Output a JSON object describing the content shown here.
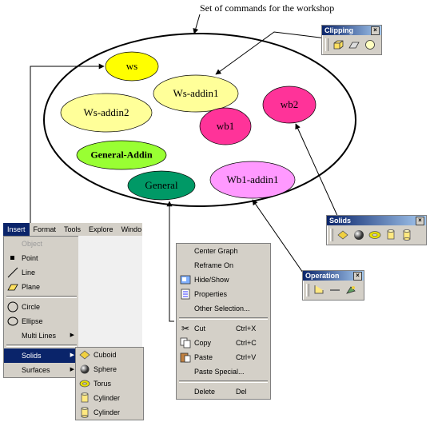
{
  "title": "Set of commands for the workshop",
  "bubbles": [
    {
      "id": "ws",
      "label": "ws",
      "color": "#ffff00",
      "bold": false
    },
    {
      "id": "ws-addin1",
      "label": "Ws-addin1",
      "color": "#ffff99",
      "bold": false
    },
    {
      "id": "ws-addin2",
      "label": "Ws-addin2",
      "color": "#ffff99",
      "bold": false
    },
    {
      "id": "wb1",
      "label": "wb1",
      "color": "#ff3399",
      "bold": false
    },
    {
      "id": "wb2",
      "label": "wb2",
      "color": "#ff3399",
      "bold": false
    },
    {
      "id": "general-addin",
      "label": "General-Addin",
      "color": "#99ff33",
      "bold": true
    },
    {
      "id": "general",
      "label": "General",
      "color": "#009966",
      "bold": false
    },
    {
      "id": "wb1-addin1",
      "label": "Wb1-addin1",
      "color": "#ff99ff",
      "bold": false
    }
  ],
  "toolbars": {
    "clipping": {
      "title": "Clipping",
      "close": "×",
      "icons": [
        "clipping-box-icon",
        "clipping-plane-icon",
        "clipping-sphere-icon"
      ]
    },
    "solids": {
      "title": "Solids",
      "close": "×",
      "icons": [
        "cuboid-icon",
        "sphere-icon",
        "torus-icon",
        "cylinder-icon",
        "cylinder-icon"
      ]
    },
    "operation": {
      "title": "Operation",
      "close": "×",
      "icons": [
        "cut-icon",
        "line-icon",
        "paint-icon"
      ]
    }
  },
  "menubar": [
    "Insert",
    "Format",
    "Tools",
    "Explore",
    "Windo"
  ],
  "insert_menu": [
    {
      "label": "Object",
      "disabled": true,
      "icon": ""
    },
    {
      "label": "Point",
      "disabled": false,
      "icon": "point-icon"
    },
    {
      "label": "Line",
      "disabled": false,
      "icon": "line-icon"
    },
    {
      "label": "Plane",
      "disabled": false,
      "icon": "plane-icon"
    },
    {
      "sep": true
    },
    {
      "label": "Circle",
      "disabled": false,
      "icon": "circle-icon"
    },
    {
      "label": "Ellipse",
      "disabled": false,
      "icon": "ellipse-icon"
    },
    {
      "label": "Multi Lines",
      "disabled": false,
      "icon": "",
      "arrow": true
    },
    {
      "sep": true
    },
    {
      "label": "Solids",
      "disabled": false,
      "icon": "",
      "arrow": true,
      "selected": true
    },
    {
      "label": "Surfaces",
      "disabled": false,
      "icon": "",
      "arrow": true
    }
  ],
  "solids_submenu": [
    {
      "label": "Cuboid",
      "icon": "cuboid-icon"
    },
    {
      "label": "Sphere",
      "icon": "sphere-icon"
    },
    {
      "label": "Torus",
      "icon": "torus-icon"
    },
    {
      "label": "Cylinder",
      "icon": "cylinder-icon"
    },
    {
      "label": "Cylinder",
      "icon": "cylinder-icon"
    }
  ],
  "context_menu": [
    {
      "label": "Center Graph",
      "shortcut": "",
      "icon": ""
    },
    {
      "label": "Reframe On",
      "shortcut": "",
      "icon": ""
    },
    {
      "label": "Hide/Show",
      "shortcut": "",
      "icon": "hide-show-icon"
    },
    {
      "label": "Properties",
      "shortcut": "",
      "icon": "properties-icon"
    },
    {
      "label": "Other Selection...",
      "shortcut": "",
      "icon": ""
    },
    {
      "sep": true
    },
    {
      "label": "Cut",
      "shortcut": "Ctrl+X",
      "icon": "scissors-icon"
    },
    {
      "label": "Copy",
      "shortcut": "Ctrl+C",
      "icon": "copy-icon"
    },
    {
      "label": "Paste",
      "shortcut": "Ctrl+V",
      "icon": "paste-icon"
    },
    {
      "label": "Paste Special...",
      "shortcut": "",
      "icon": ""
    },
    {
      "sep": true
    },
    {
      "label": "Delete",
      "shortcut": "Del",
      "icon": ""
    }
  ]
}
